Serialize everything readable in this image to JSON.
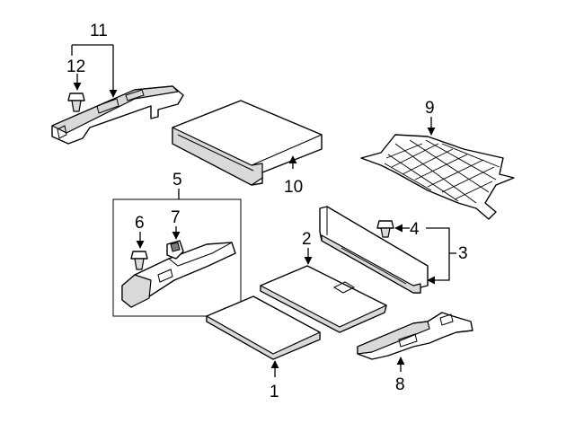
{
  "callouts": {
    "c1": "1",
    "c2": "2",
    "c3": "3",
    "c4": "4",
    "c5": "5",
    "c6": "6",
    "c7": "7",
    "c8": "8",
    "c9": "9",
    "c10": "10",
    "c11": "11",
    "c12": "12"
  },
  "colors": {
    "line": "#000000",
    "fill": "#ffffff",
    "shade": "#d9d9d9"
  }
}
